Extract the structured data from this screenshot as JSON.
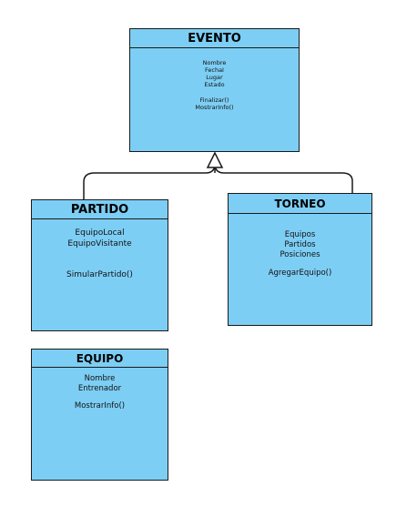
{
  "classes": {
    "evento": {
      "name": "EVENTO",
      "attributes": [
        "Nombre",
        "FechaI",
        "Lugar",
        "Estado"
      ],
      "methods": [
        "Finalizar()",
        "MostrarInfo()"
      ]
    },
    "partido": {
      "name": "PARTIDO",
      "attributes": [
        "EquipoLocal",
        "EquipoVisitante"
      ],
      "methods": [
        "SimularPartido()"
      ]
    },
    "torneo": {
      "name": "TORNEO",
      "attributes": [
        "Equipos",
        "Partidos",
        "Posiciones"
      ],
      "methods": [
        "AgregarEquipo()"
      ]
    },
    "equipo": {
      "name": "EQUIPO",
      "attributes": [
        "Nombre",
        "Entrenador"
      ],
      "methods": [
        "MostrarInfo()"
      ]
    }
  },
  "relations": [
    {
      "type": "generalization",
      "from": "partido",
      "to": "evento"
    },
    {
      "type": "generalization",
      "from": "torneo",
      "to": "evento"
    }
  ],
  "colors": {
    "class_fill": "#7dcef4",
    "stroke": "#1a1a1a",
    "background": "#ffffff"
  }
}
